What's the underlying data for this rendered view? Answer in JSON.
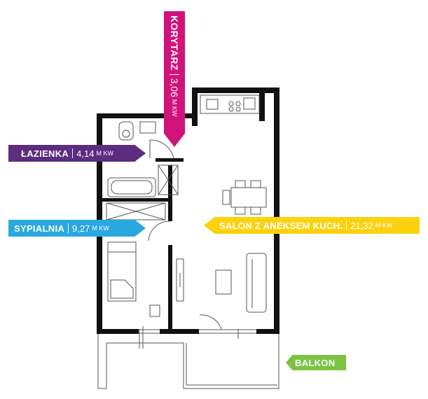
{
  "rooms": {
    "lazienka": {
      "name": "ŁAZIENKA",
      "area": "4,14",
      "unit": "M KW",
      "color": "#5b2c7f"
    },
    "korytarz": {
      "name": "KORYTARZ",
      "area": "3,06",
      "unit": "M KW",
      "color": "#d1127a"
    },
    "sypialnia": {
      "name": "SYPIALNIA",
      "area": "9,27",
      "unit": "M KW",
      "color": "#29a8e0"
    },
    "salon": {
      "name": "SALON Z ANEKSEM KUCH.",
      "area": "21,32",
      "unit": "M KW",
      "color": "#fcd20f"
    },
    "balkon": {
      "name": "BALKON",
      "color": "#7ec242"
    }
  },
  "plan": {
    "wall_color": "#111111",
    "line_color": "#555555"
  }
}
